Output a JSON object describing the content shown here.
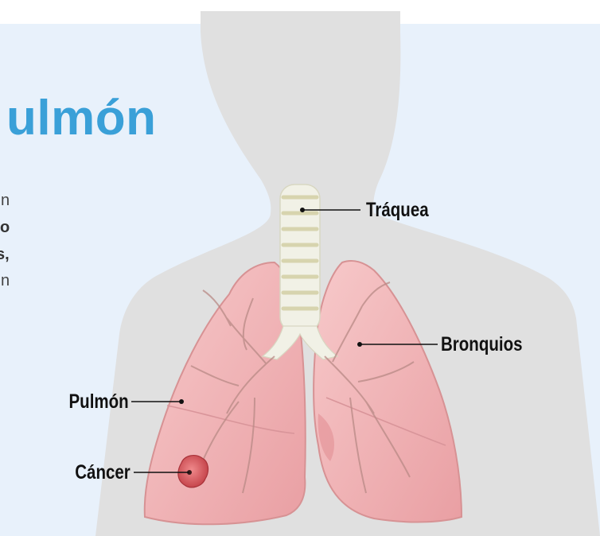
{
  "heading": {
    "fragment": "ulmón"
  },
  "body_fragments": [
    "n",
    "o",
    "s,",
    "n"
  ],
  "labels": {
    "trachea": "Tráquea",
    "bronchi": "Bronquios",
    "lung": "Pulmón",
    "cancer": "Cáncer"
  },
  "colors": {
    "heading": "#3aa0d8",
    "panel": "#e8f1fb",
    "silhouette": "#e0e0e0",
    "lung": "#f3b7b9",
    "tumor": "#d85a5f"
  }
}
